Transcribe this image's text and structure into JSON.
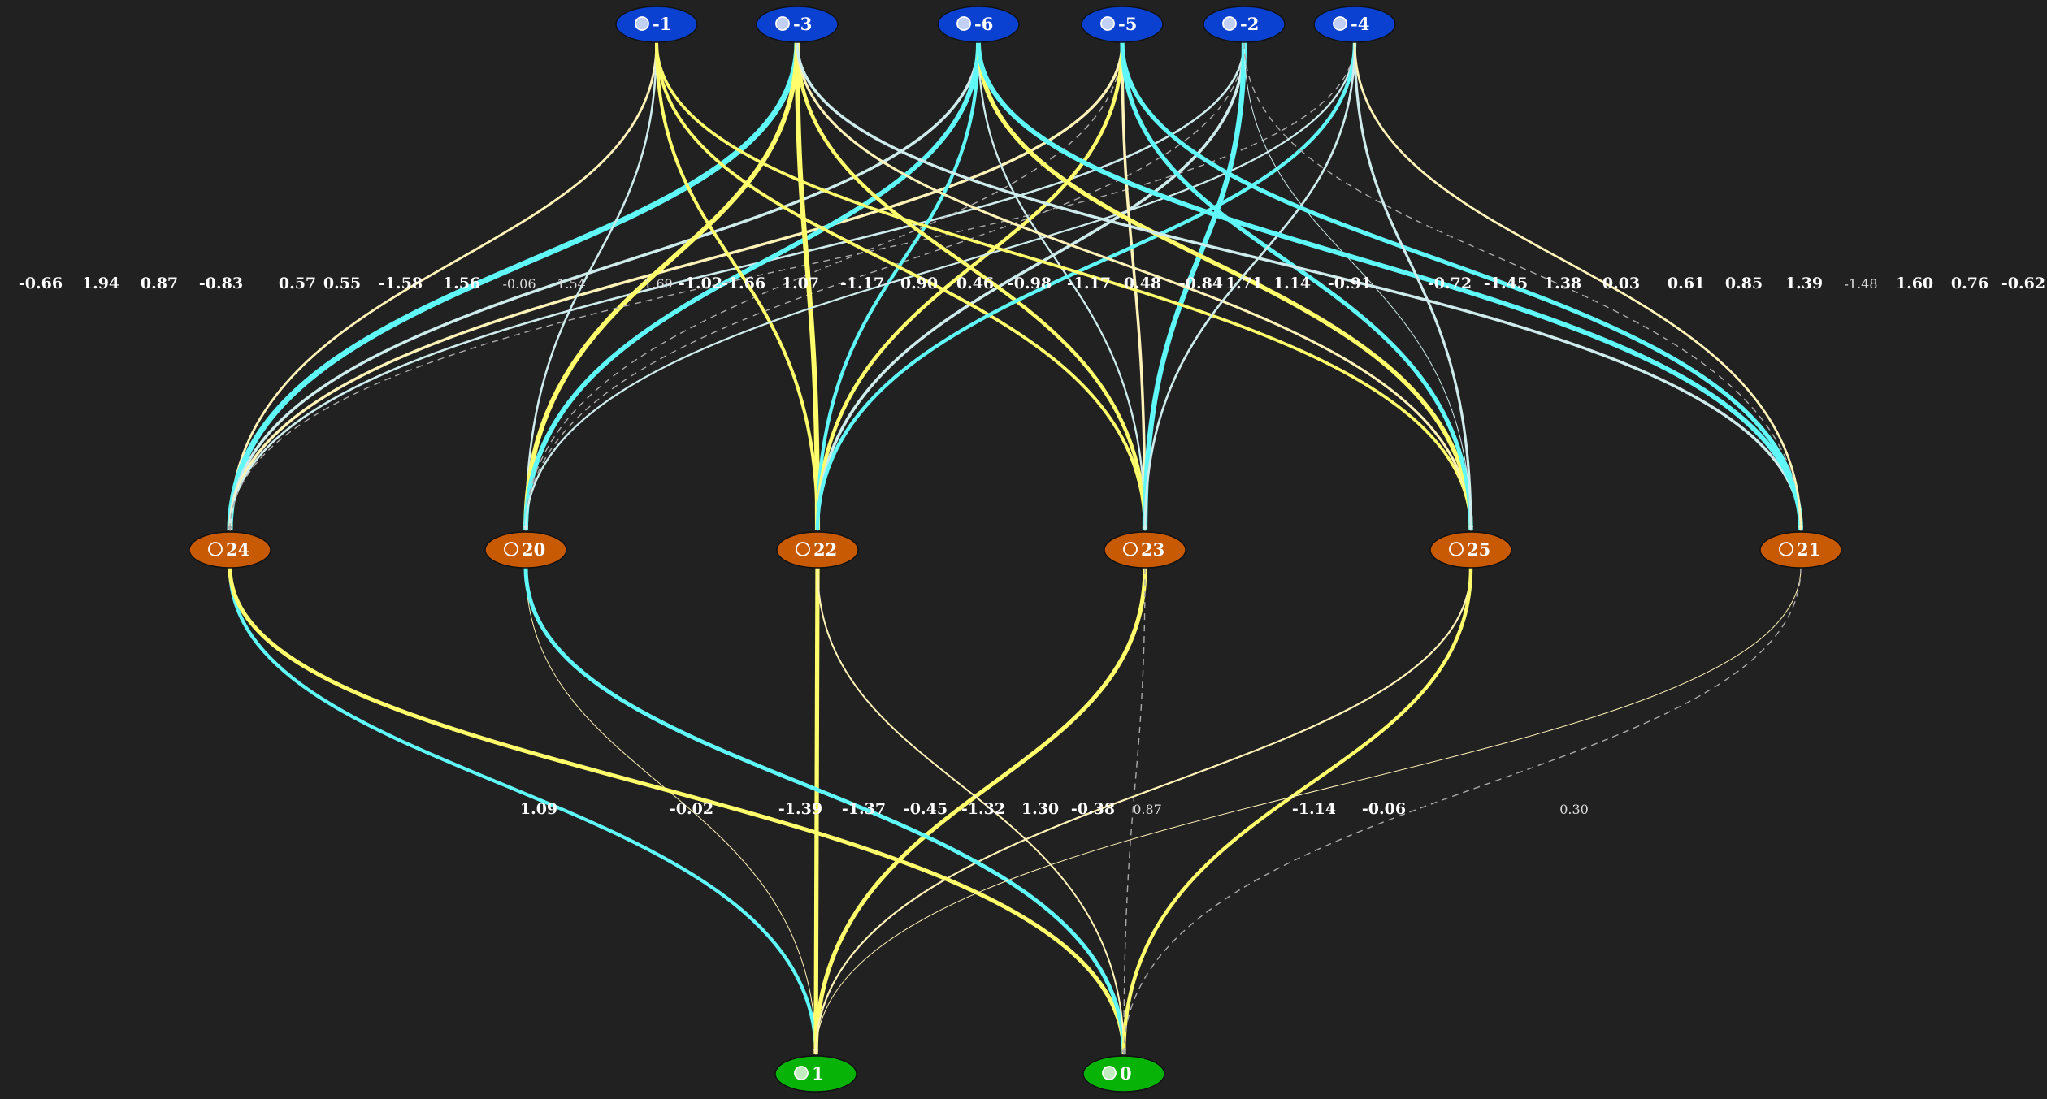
{
  "graph": {
    "background": "#212121",
    "colors": {
      "input_node": "#0b41d1",
      "hidden_node": "#c85a04",
      "output_node": "#07b307",
      "positive_edge": "#5ff7f7",
      "negative_edge": "#fffd6c",
      "weak_positive_edge": "#cfecec",
      "weak_negative_edge": "#fff3b8",
      "disabled_edge": "#aaaaaa"
    },
    "nodes": [
      {
        "id": "-1",
        "label": "-1",
        "type": "input"
      },
      {
        "id": "-3",
        "label": "-3",
        "type": "input"
      },
      {
        "id": "-6",
        "label": "-6",
        "type": "input"
      },
      {
        "id": "-5",
        "label": "-5",
        "type": "input"
      },
      {
        "id": "-2",
        "label": "-2",
        "type": "input"
      },
      {
        "id": "-4",
        "label": "-4",
        "type": "input"
      },
      {
        "id": "24",
        "label": "24",
        "type": "hidden"
      },
      {
        "id": "20",
        "label": "20",
        "type": "hidden"
      },
      {
        "id": "22",
        "label": "22",
        "type": "hidden"
      },
      {
        "id": "23",
        "label": "23",
        "type": "hidden"
      },
      {
        "id": "25",
        "label": "25",
        "type": "hidden"
      },
      {
        "id": "21",
        "label": "21",
        "type": "hidden"
      },
      {
        "id": "1",
        "label": "1",
        "type": "output"
      },
      {
        "id": "0",
        "label": "0",
        "type": "output"
      }
    ],
    "edges": [
      {
        "from": "-1",
        "to": "24",
        "weight": "-0.66"
      },
      {
        "from": "-3",
        "to": "24",
        "weight": "1.94"
      },
      {
        "from": "-6",
        "to": "24",
        "weight": "0.87"
      },
      {
        "from": "-5",
        "to": "24",
        "weight": "-0.83"
      },
      {
        "from": "-2",
        "to": "24",
        "weight": "0.57"
      },
      {
        "from": "-1",
        "to": "20",
        "weight": "0.55"
      },
      {
        "from": "-3",
        "to": "20",
        "weight": "-1.58"
      },
      {
        "from": "-6",
        "to": "20",
        "weight": "1.56"
      },
      {
        "from": "-5",
        "to": "20",
        "weight": "-0.06",
        "disabled": true
      },
      {
        "from": "-2",
        "to": "20",
        "weight": "1.54",
        "disabled": true
      },
      {
        "from": "-4",
        "to": "24",
        "weight": "1.69",
        "disabled": true
      },
      {
        "from": "-1",
        "to": "22",
        "weight": "-1.02"
      },
      {
        "from": "-3",
        "to": "22",
        "weight": "-1.66"
      },
      {
        "from": "-6",
        "to": "22",
        "weight": "1.07"
      },
      {
        "from": "-5",
        "to": "22",
        "weight": "-1.17"
      },
      {
        "from": "-2",
        "to": "22",
        "weight": "0.90"
      },
      {
        "from": "-4",
        "to": "20",
        "weight": "0.46"
      },
      {
        "from": "-1",
        "to": "23",
        "weight": "-0.98"
      },
      {
        "from": "-3",
        "to": "23",
        "weight": "-1.17"
      },
      {
        "from": "-6",
        "to": "23",
        "weight": "0.48"
      },
      {
        "from": "-5",
        "to": "23",
        "weight": "-0.84"
      },
      {
        "from": "-2",
        "to": "23",
        "weight": "1.71"
      },
      {
        "from": "-4",
        "to": "22",
        "weight": "1.14"
      },
      {
        "from": "-1",
        "to": "25",
        "weight": "-0.91"
      },
      {
        "from": "-3",
        "to": "25",
        "weight": "-0.72"
      },
      {
        "from": "-6",
        "to": "25",
        "weight": "-1.45"
      },
      {
        "from": "-5",
        "to": "25",
        "weight": "1.38"
      },
      {
        "from": "-2",
        "to": "25",
        "weight": "0.03"
      },
      {
        "from": "-4",
        "to": "23",
        "weight": "0.61"
      },
      {
        "from": "-3",
        "to": "21",
        "weight": "0.85"
      },
      {
        "from": "-5",
        "to": "21",
        "weight": "1.39"
      },
      {
        "from": "-2",
        "to": "21",
        "weight": "-1.48",
        "disabled": true
      },
      {
        "from": "-6",
        "to": "21",
        "weight": "1.60"
      },
      {
        "from": "-4",
        "to": "25",
        "weight": "0.76"
      },
      {
        "from": "-4",
        "to": "21",
        "weight": "-0.62"
      },
      {
        "from": "24",
        "to": "1",
        "weight": "1.09"
      },
      {
        "from": "20",
        "to": "1",
        "weight": "-0.02"
      },
      {
        "from": "22",
        "to": "1",
        "weight": "-1.39"
      },
      {
        "from": "23",
        "to": "1",
        "weight": "-1.37"
      },
      {
        "from": "25",
        "to": "1",
        "weight": "-0.45"
      },
      {
        "from": "24",
        "to": "0",
        "weight": "-1.32"
      },
      {
        "from": "20",
        "to": "0",
        "weight": "1.30"
      },
      {
        "from": "22",
        "to": "0",
        "weight": "-0.38"
      },
      {
        "from": "23",
        "to": "0",
        "weight": "0.87",
        "disabled": true
      },
      {
        "from": "25",
        "to": "0",
        "weight": "-1.14"
      },
      {
        "from": "21",
        "to": "1",
        "weight": "-0.06"
      },
      {
        "from": "21",
        "to": "0",
        "weight": "0.30",
        "disabled": true
      }
    ]
  }
}
